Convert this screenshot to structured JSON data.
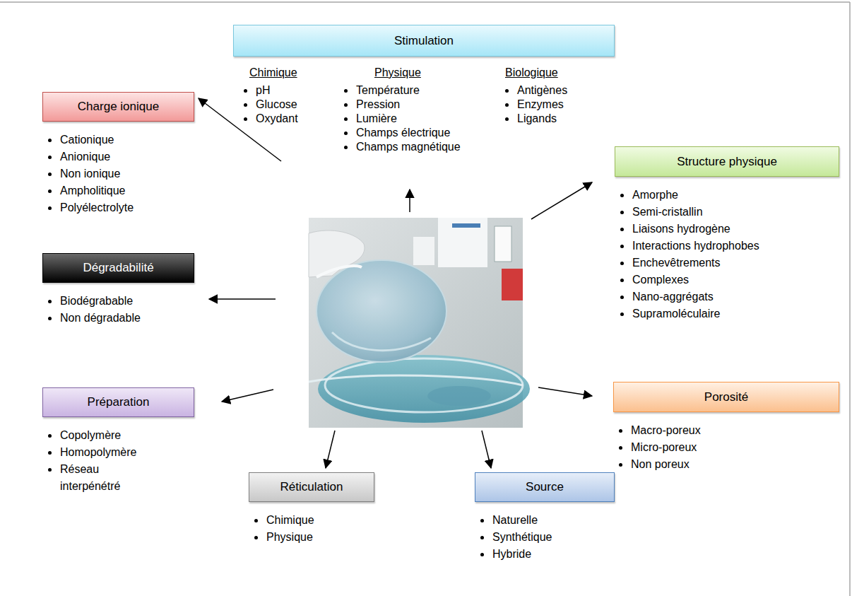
{
  "diagram": {
    "nodes": [
      {
        "text": [
          "Stimulation",
          "Chimique",
          "pH",
          "Glucose",
          "Oxydant",
          "Physique",
          "Température",
          "Pression",
          "Lumière",
          "Champs électrique",
          "Champs magnétique",
          "Biologique",
          "Antigènes",
          "Enzymes",
          "Ligands"
        ]
      },
      {
        "text": [
          "Charge ionique",
          "Cationique",
          "Anionique",
          "Non ionique",
          "Ampholitique",
          "Polyélectrolyte"
        ]
      },
      {
        "text": [
          "Structure physique",
          "Amorphe",
          "Semi-cristallin",
          "Liaisons hydrogène",
          "Interactions hydrophobes",
          "Enchevêtrements",
          "Complexes",
          "Nano-aggrégats",
          "Supramoléculaire"
        ]
      },
      {
        "text": [
          "Dégradabilité",
          "Biodégrabable",
          "Non dégradable"
        ]
      },
      {
        "text": [
          "Préparation",
          "Copolymère",
          "Homopolymère",
          "Réseau interpénétré"
        ]
      },
      {
        "text": [
          "Porosité",
          "Macro-poreux",
          "Micro-poreux",
          "Non poreux"
        ]
      },
      {
        "text": [
          "Réticulation",
          "Chimique",
          "Physique"
        ]
      },
      {
        "text": [
          "Source",
          "Naturelle",
          "Synthétique",
          "Hybride"
        ]
      }
    ]
  }
}
